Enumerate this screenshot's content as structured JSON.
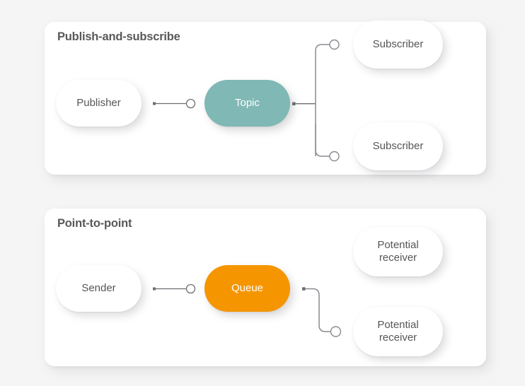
{
  "colors": {
    "page_background": "#F5F5F5",
    "panel_background": "#FFFFFF",
    "title_text": "#595959",
    "node_text": "#565656",
    "topic_accent": "#7FB8B4",
    "queue_accent": "#F59500",
    "connector_line": "#6E6E73"
  },
  "panels": [
    {
      "id": "publish-and-subscribe",
      "title": "Publish-and-subscribe",
      "nodes": [
        {
          "name": "publisher",
          "label": "Publisher",
          "style": "plain"
        },
        {
          "name": "topic",
          "label": "Topic",
          "style": "accent"
        },
        {
          "name": "subscriber-top",
          "label": "Subscriber",
          "style": "plain"
        },
        {
          "name": "subscriber-bottom",
          "label": "Subscriber",
          "style": "plain"
        }
      ],
      "connectors": [
        {
          "name": "publisher-to-topic",
          "from": "publisher",
          "to": "topic"
        },
        {
          "name": "topic-to-subscriber-top",
          "from": "topic",
          "to": "subscriber-top"
        },
        {
          "name": "topic-to-subscriber-bottom",
          "from": "topic",
          "to": "subscriber-bottom"
        }
      ]
    },
    {
      "id": "point-to-point",
      "title": "Point-to-point",
      "nodes": [
        {
          "name": "sender",
          "label": "Sender",
          "style": "plain"
        },
        {
          "name": "queue",
          "label": "Queue",
          "style": "accent"
        },
        {
          "name": "potential-receiver-top",
          "label_line1": "Potential",
          "label_line2": "receiver",
          "style": "plain"
        },
        {
          "name": "potential-receiver-bottom",
          "label_line1": "Potential",
          "label_line2": "receiver",
          "style": "plain"
        }
      ],
      "connectors": [
        {
          "name": "sender-to-queue",
          "from": "sender",
          "to": "queue"
        },
        {
          "name": "queue-to-potential-receiver-bottom",
          "from": "queue",
          "to": "potential-receiver-bottom"
        }
      ]
    }
  ]
}
